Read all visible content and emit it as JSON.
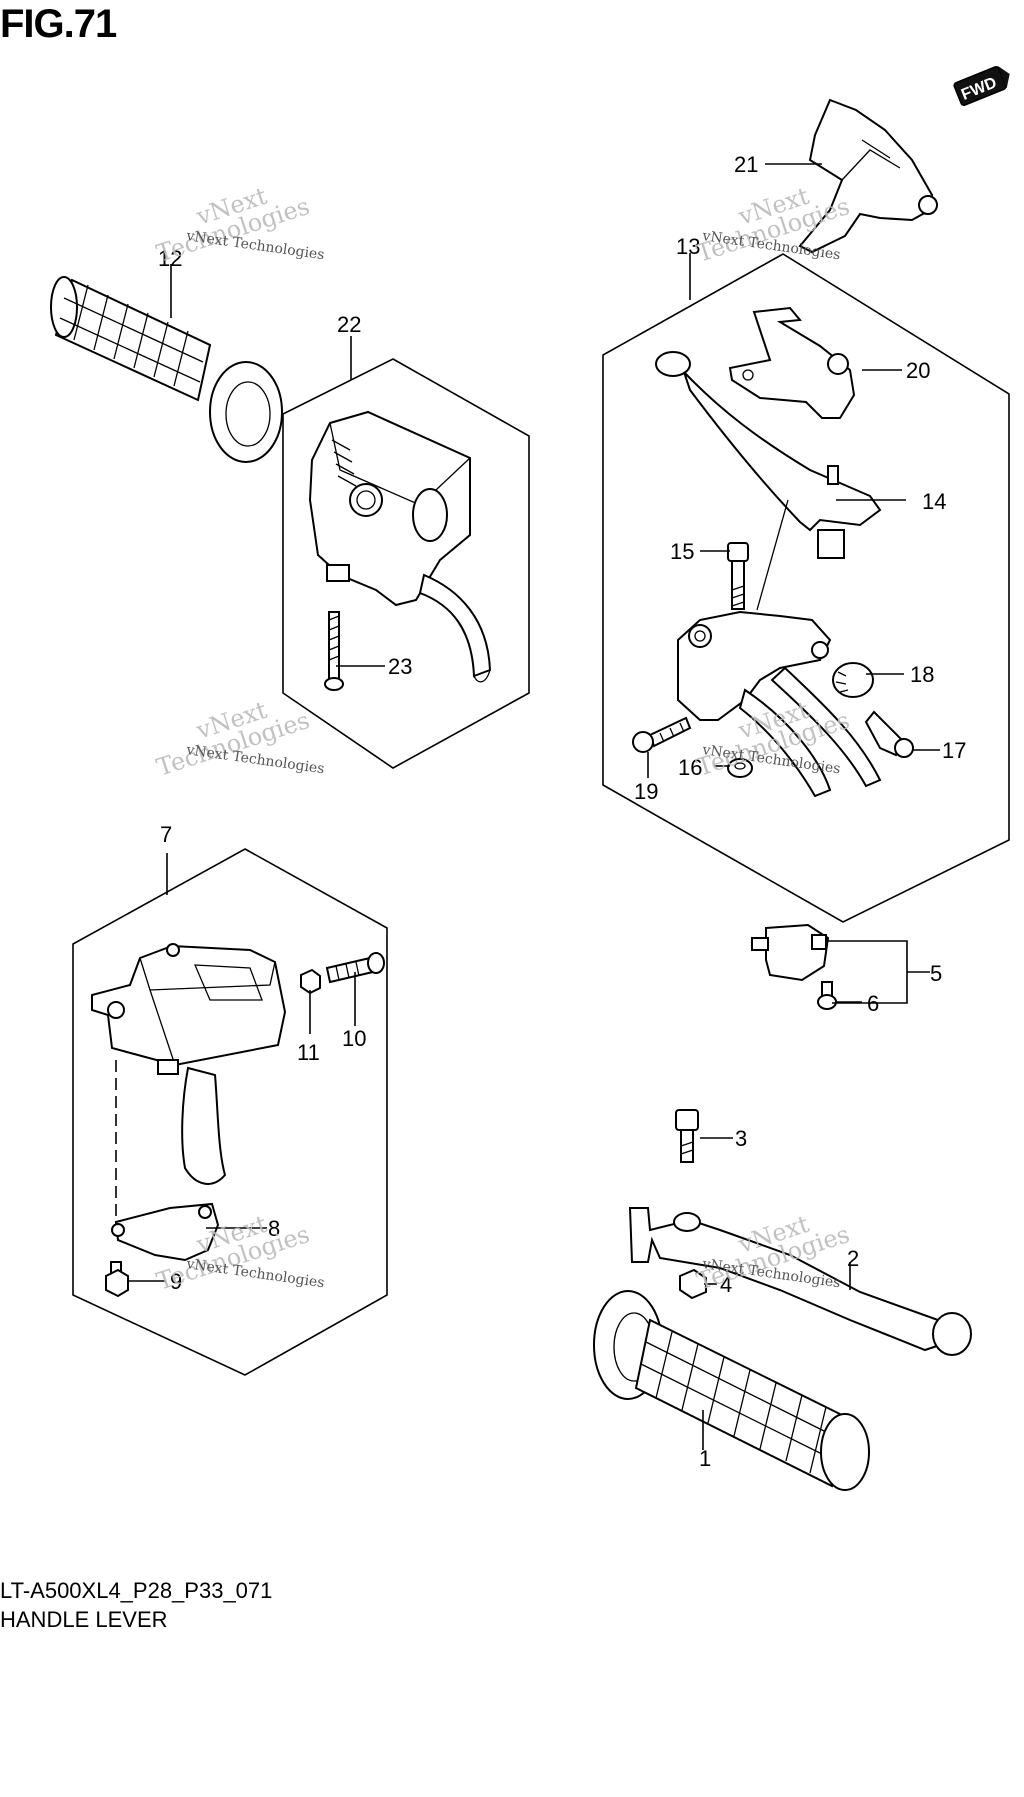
{
  "figure": {
    "title": "FIG.71",
    "model_code": "LT-A500XL4_P28_P33_071",
    "name": "HANDLE LEVER",
    "fwd_badge": "FWD"
  },
  "watermark": {
    "line1": "vNext Technologies",
    "line2": "vNext",
    "line3": "Technologies"
  },
  "callouts": [
    "1",
    "2",
    "3",
    "4",
    "5",
    "6",
    "7",
    "8",
    "9",
    "10",
    "11",
    "12",
    "13",
    "14",
    "15",
    "16",
    "17",
    "18",
    "19",
    "20",
    "21",
    "22",
    "23"
  ]
}
